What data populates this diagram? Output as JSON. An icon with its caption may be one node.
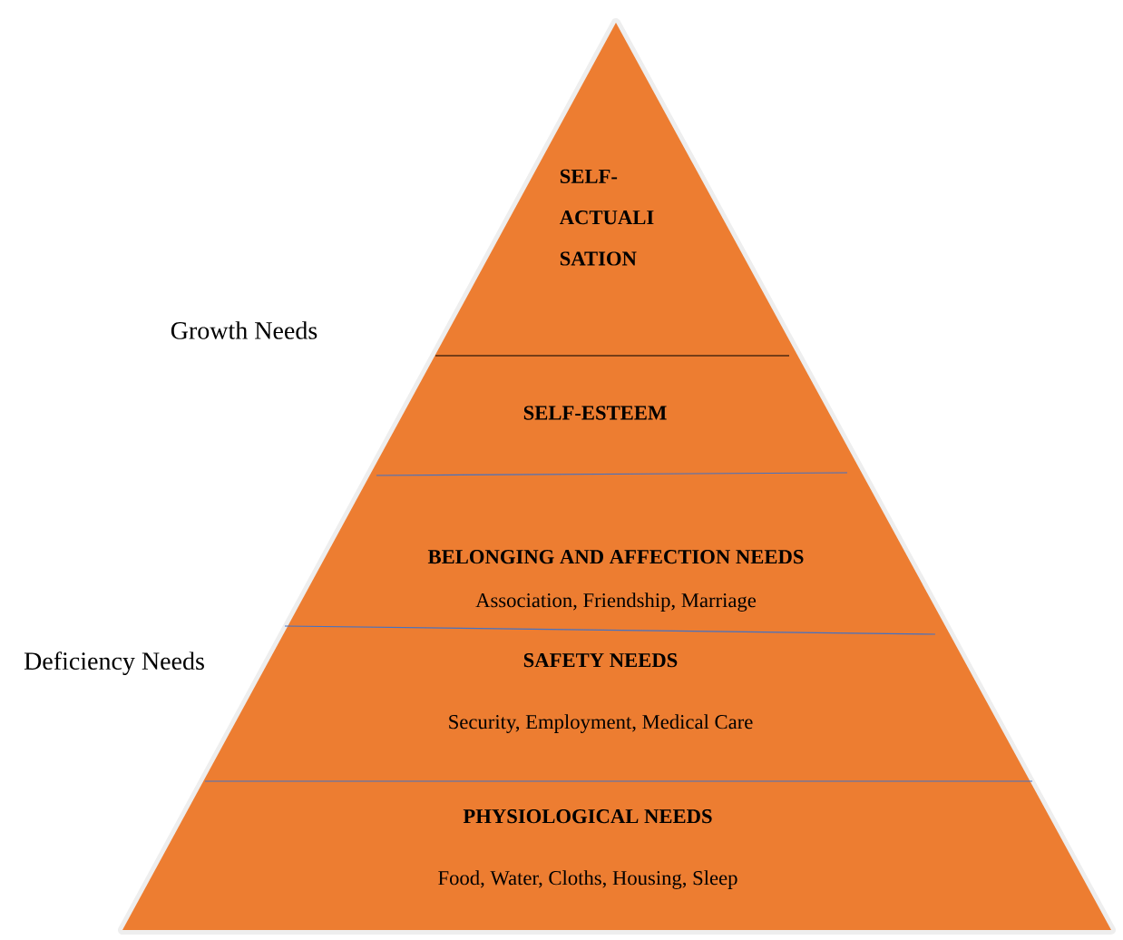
{
  "diagram": {
    "nodes": [
      {
        "text": [
          "SELF- ACTUALI SATION"
        ]
      },
      {
        "text": [
          "SELF-ESTEEM"
        ]
      },
      {
        "text": [
          "BELONGING AND AFFECTION NEEDS",
          "Association, Friendship, Marriage"
        ]
      },
      {
        "text": [
          "SAFETY NEEDS",
          "Security, Employment, Medical Care"
        ]
      },
      {
        "text": [
          "PHYSIOLOGICAL NEEDS",
          "Food, Water, Cloths, Housing, Sleep"
        ]
      }
    ],
    "labels": [
      "Growth Needs",
      "Deficiency Needs"
    ]
  }
}
